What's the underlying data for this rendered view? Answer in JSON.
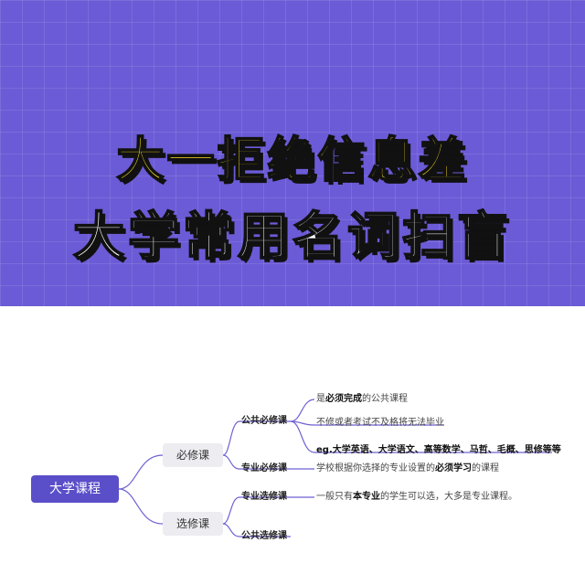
{
  "banner": {
    "title_line1": "大一拒绝信息差",
    "title_line2": "大学常用名词扫盲",
    "background_color": "#6b5bd6",
    "title1_color": "#ffe11c",
    "title2_color": "#ffffff"
  },
  "mindmap": {
    "root": "大学课程",
    "root_color": "#5a4ec9",
    "line_color": "#6e62d4",
    "required": {
      "label": "必修课",
      "public": {
        "label": "公共必修课",
        "leaf1": {
          "prefix": "是",
          "bold": "必须完成",
          "suffix": "的公共课程"
        },
        "leaf2": "不修或者考试不及格将无法毕业",
        "leaf3": "eg.大学英语、大学语文、高等数学、马哲、毛概、思修等等"
      },
      "major": {
        "label": "专业必修课",
        "leaf1": {
          "prefix": "学校根据你选择的专业设置的",
          "bold": "必须学习",
          "suffix": "的课程"
        }
      }
    },
    "elective": {
      "label": "选修课",
      "major": {
        "label": "专业选修课",
        "leaf1": {
          "prefix": "一般只有",
          "bold": "本专业",
          "suffix": "的学生可以选，大多是专业课程。"
        }
      },
      "public": {
        "label": "公共选修课"
      }
    }
  }
}
